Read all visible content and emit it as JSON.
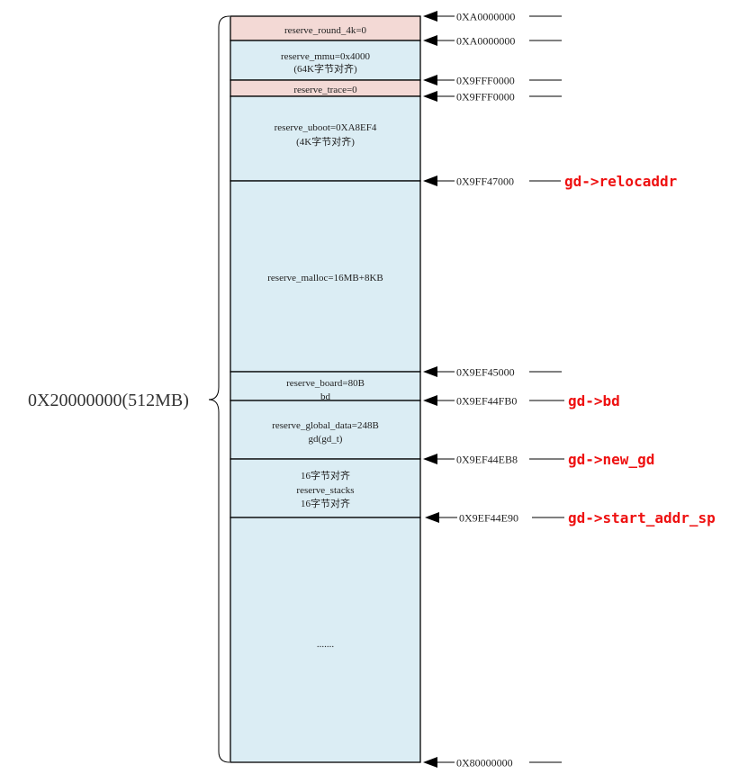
{
  "colors": {
    "block_blue": "#dbedf4",
    "block_pink": "#f3d9d5",
    "line": "#000000",
    "pointer_red": "#ee1111"
  },
  "total_size": "0X20000000(512MB)",
  "blocks": [
    {
      "id": "round-4k",
      "lines": [
        "reserve_round_4k=0"
      ],
      "color": "pink"
    },
    {
      "id": "mmu",
      "lines": [
        "reserve_mmu=0x4000",
        "(64K字节对齐)"
      ],
      "color": "blue"
    },
    {
      "id": "trace",
      "lines": [
        "reserve_trace=0"
      ],
      "color": "pink"
    },
    {
      "id": "uboot",
      "lines": [
        "reserve_uboot=0XA8EF4",
        "(4K字节对齐)"
      ],
      "color": "blue"
    },
    {
      "id": "malloc",
      "lines": [
        "reserve_malloc=16MB+8KB"
      ],
      "color": "blue"
    },
    {
      "id": "board",
      "lines": [
        "reserve_board=80B",
        "bd"
      ],
      "color": "blue"
    },
    {
      "id": "global-data",
      "lines": [
        "reserve_global_data=248B",
        "gd(gd_t)"
      ],
      "color": "blue"
    },
    {
      "id": "stacks",
      "lines": [
        "16字节对齐",
        "reserve_stacks",
        "16字节对齐"
      ],
      "color": "blue"
    },
    {
      "id": "rest",
      "lines": [
        "......."
      ],
      "color": "blue"
    }
  ],
  "addresses": [
    {
      "text": "0XA0000000",
      "pointer": ""
    },
    {
      "text": "0XA0000000",
      "pointer": ""
    },
    {
      "text": "0X9FFF0000",
      "pointer": ""
    },
    {
      "text": "0X9FFF0000",
      "pointer": ""
    },
    {
      "text": "0X9FF47000",
      "pointer": "gd->relocaddr"
    },
    {
      "text": "0X9EF45000",
      "pointer": ""
    },
    {
      "text": "0X9EF44FB0",
      "pointer": "gd->bd"
    },
    {
      "text": "0X9EF44EB8",
      "pointer": "gd->new_gd"
    },
    {
      "text": "0X9EF44E90",
      "pointer": "gd->start_addr_sp"
    },
    {
      "text": "0X80000000",
      "pointer": ""
    }
  ]
}
